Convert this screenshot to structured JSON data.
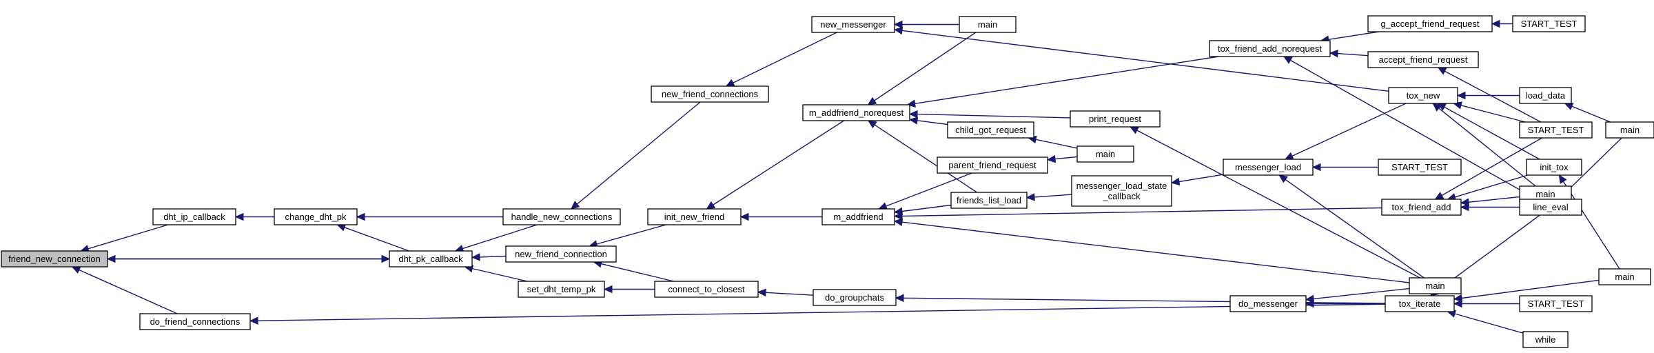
{
  "nodes": [
    {
      "id": "n0",
      "label": "friend_new_connection",
      "root": true
    },
    {
      "id": "n1",
      "label": "dht_ip_callback"
    },
    {
      "id": "n2",
      "label": "change_dht_pk"
    },
    {
      "id": "n3",
      "label": "dht_pk_callback"
    },
    {
      "id": "n4",
      "label": "do_friend_connections"
    },
    {
      "id": "n5",
      "label": "handle_new_connections"
    },
    {
      "id": "n6",
      "label": "new_friend_connection"
    },
    {
      "id": "n7",
      "label": "set_dht_temp_pk"
    },
    {
      "id": "n8",
      "label": "new_friend_connections"
    },
    {
      "id": "n9",
      "label": "init_new_friend"
    },
    {
      "id": "n10",
      "label": "connect_to_closest"
    },
    {
      "id": "n11",
      "label": "new_messenger"
    },
    {
      "id": "n12",
      "label": "m_addfriend_norequest"
    },
    {
      "id": "n13",
      "label": "m_addfriend"
    },
    {
      "id": "n14",
      "label": "do_groupchats"
    },
    {
      "id": "n15",
      "label": "main"
    },
    {
      "id": "n16",
      "label": "child_got_request"
    },
    {
      "id": "n17",
      "label": "parent_friend_request"
    },
    {
      "id": "n18",
      "label": "friends_list_load"
    },
    {
      "id": "n19",
      "label": "main"
    },
    {
      "id": "n20",
      "label": "print_request"
    },
    {
      "id": "n21",
      "label": "messenger_load_state\n_callback"
    },
    {
      "id": "n22",
      "label": "messenger_load"
    },
    {
      "id": "n23",
      "label": "do_messenger"
    },
    {
      "id": "n24",
      "label": "tox_friend_add_norequest"
    },
    {
      "id": "n25",
      "label": "START_TEST"
    },
    {
      "id": "n26",
      "label": "main"
    },
    {
      "id": "n27",
      "label": "g_accept_friend_request"
    },
    {
      "id": "n28",
      "label": "accept_friend_request"
    },
    {
      "id": "n29",
      "label": "tox_new"
    },
    {
      "id": "n30",
      "label": "tox_friend_add"
    },
    {
      "id": "n31",
      "label": "tox_iterate"
    },
    {
      "id": "n32",
      "label": "START_TEST"
    },
    {
      "id": "n33",
      "label": "load_data"
    },
    {
      "id": "n34",
      "label": "START_TEST"
    },
    {
      "id": "n35",
      "label": "init_tox"
    },
    {
      "id": "n36",
      "label": "main"
    },
    {
      "id": "n37",
      "label": "line_eval"
    },
    {
      "id": "n38",
      "label": "START_TEST"
    },
    {
      "id": "n39",
      "label": "while"
    },
    {
      "id": "n40",
      "label": "main"
    },
    {
      "id": "n41",
      "label": "main"
    }
  ],
  "edges": [
    [
      "n1",
      "n0"
    ],
    [
      "n3",
      "n0"
    ],
    [
      "n4",
      "n0"
    ],
    [
      "n0",
      "n3"
    ],
    [
      "n2",
      "n1"
    ],
    [
      "n3",
      "n2"
    ],
    [
      "n5",
      "n2"
    ],
    [
      "n5",
      "n3"
    ],
    [
      "n6",
      "n3"
    ],
    [
      "n7",
      "n3"
    ],
    [
      "n8",
      "n5"
    ],
    [
      "n9",
      "n6"
    ],
    [
      "n10",
      "n6"
    ],
    [
      "n10",
      "n7"
    ],
    [
      "n11",
      "n8"
    ],
    [
      "n12",
      "n9"
    ],
    [
      "n13",
      "n9"
    ],
    [
      "n14",
      "n10"
    ],
    [
      "n15",
      "n11"
    ],
    [
      "n29",
      "n11"
    ],
    [
      "n15",
      "n12"
    ],
    [
      "n16",
      "n12"
    ],
    [
      "n18",
      "n12"
    ],
    [
      "n20",
      "n12"
    ],
    [
      "n24",
      "n12"
    ],
    [
      "n17",
      "n13"
    ],
    [
      "n18",
      "n13"
    ],
    [
      "n26",
      "n13"
    ],
    [
      "n30",
      "n13"
    ],
    [
      "n31",
      "n14"
    ],
    [
      "n19",
      "n16"
    ],
    [
      "n19",
      "n17"
    ],
    [
      "n21",
      "n18"
    ],
    [
      "n26",
      "n20"
    ],
    [
      "n22",
      "n21"
    ],
    [
      "n25",
      "n22"
    ],
    [
      "n26",
      "n22"
    ],
    [
      "n29",
      "n22"
    ],
    [
      "n26",
      "n23"
    ],
    [
      "n31",
      "n23"
    ],
    [
      "n31",
      "n4"
    ],
    [
      "n27",
      "n24"
    ],
    [
      "n28",
      "n24"
    ],
    [
      "n37",
      "n24"
    ],
    [
      "n38",
      "n27"
    ],
    [
      "n32",
      "n28"
    ],
    [
      "n32",
      "n29"
    ],
    [
      "n33",
      "n29"
    ],
    [
      "n35",
      "n29"
    ],
    [
      "n36",
      "n29"
    ],
    [
      "n32",
      "n30"
    ],
    [
      "n35",
      "n30"
    ],
    [
      "n36",
      "n30"
    ],
    [
      "n37",
      "n30"
    ],
    [
      "n37",
      "n31"
    ],
    [
      "n40",
      "n31"
    ],
    [
      "n34",
      "n31"
    ],
    [
      "n39",
      "n31"
    ],
    [
      "n41",
      "n33"
    ],
    [
      "n40",
      "n35"
    ],
    [
      "n41",
      "n37"
    ]
  ]
}
